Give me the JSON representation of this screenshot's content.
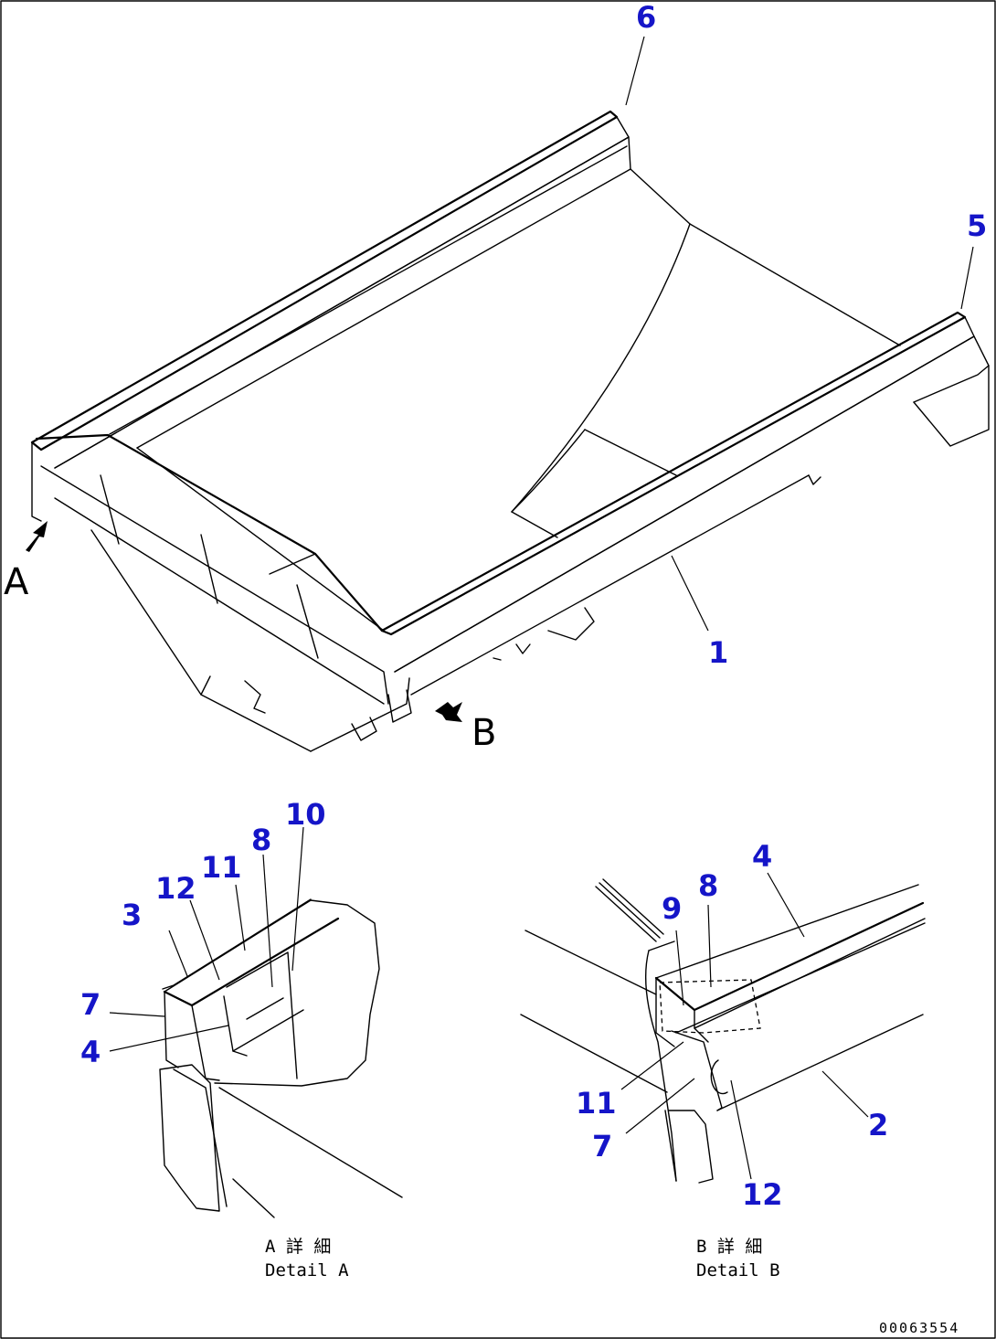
{
  "main_view": {
    "callouts": [
      {
        "id": "c1",
        "text": "1"
      },
      {
        "id": "c5",
        "text": "5"
      },
      {
        "id": "c6",
        "text": "6"
      }
    ],
    "view_letters": {
      "a": "A",
      "b": "B"
    }
  },
  "detail_a": {
    "callouts": [
      "3",
      "12",
      "11",
      "8",
      "10",
      "7",
      "4"
    ],
    "caption_jp": "A 詳 細",
    "caption_en": "Detail A"
  },
  "detail_b": {
    "callouts": [
      "4",
      "9",
      "8",
      "11",
      "7",
      "12",
      "2"
    ],
    "caption_jp": "B 詳 細",
    "caption_en": "Detail B"
  },
  "drawing_code": "00063554"
}
